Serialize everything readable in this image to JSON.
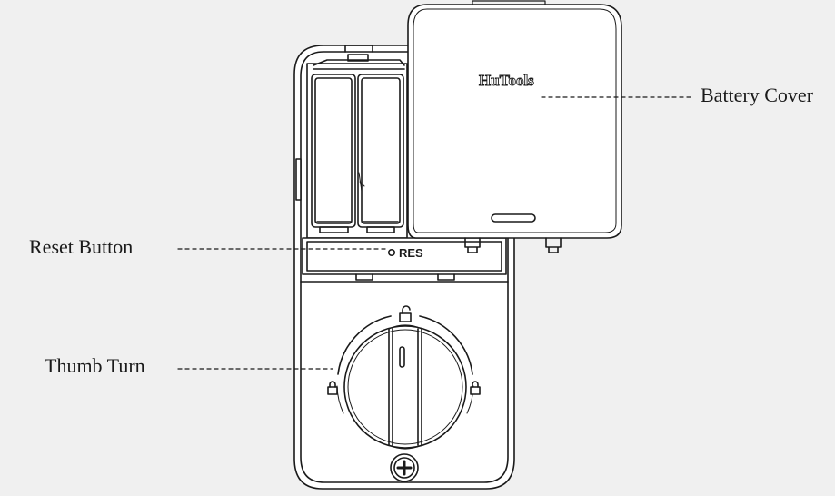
{
  "diagram": {
    "brand_text": "HuTools",
    "reset_marking": "RES",
    "callouts": [
      {
        "label": "Battery Cover"
      },
      {
        "label": "Reset Button"
      },
      {
        "label": "Thumb Turn"
      }
    ]
  },
  "colors": {
    "background": "#f0f0f0",
    "stroke": "#1a1a1a",
    "fill": "#ffffff"
  }
}
